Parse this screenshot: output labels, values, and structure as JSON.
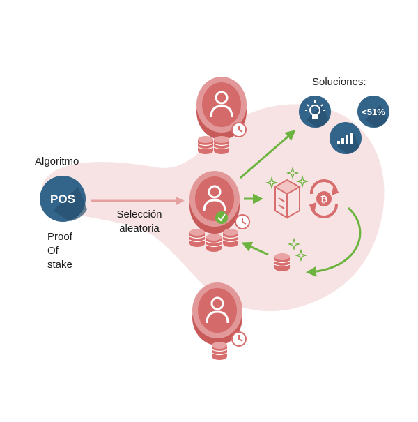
{
  "labels": {
    "algorithm": "Algoritmo",
    "pos": "POS",
    "proof": "Proof",
    "of": "Of",
    "stake": "stake",
    "random_line1": "Selección",
    "random_line2": "aleatoria",
    "solutions": "Soluciones:",
    "percent": "<51%"
  },
  "icons": [
    "pos-badge-icon",
    "validator-icon",
    "clock-icon",
    "coin-stack-icon",
    "checkmark-icon",
    "block-cube-icon",
    "bitcoin-refresh-icon",
    "sparkle-icon",
    "lightbulb-icon",
    "signal-bars-icon"
  ],
  "colors": {
    "background_blob": "#f7e3e4",
    "validator": "#d86d6d",
    "validator_light": "#e59a9a",
    "badge_blue": "#33648a",
    "arrow_green": "#6db33f",
    "arrow_pink": "#e5a0a0"
  }
}
